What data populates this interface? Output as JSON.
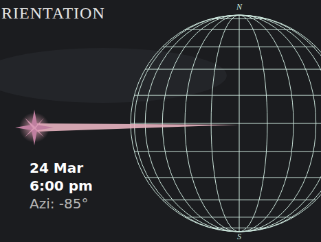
{
  "diagram": {
    "title": "RIENTATION",
    "labels": [
      "N",
      "S",
      "24 Mar",
      "6:00 pm",
      "Azi: -85°"
    ]
  }
}
